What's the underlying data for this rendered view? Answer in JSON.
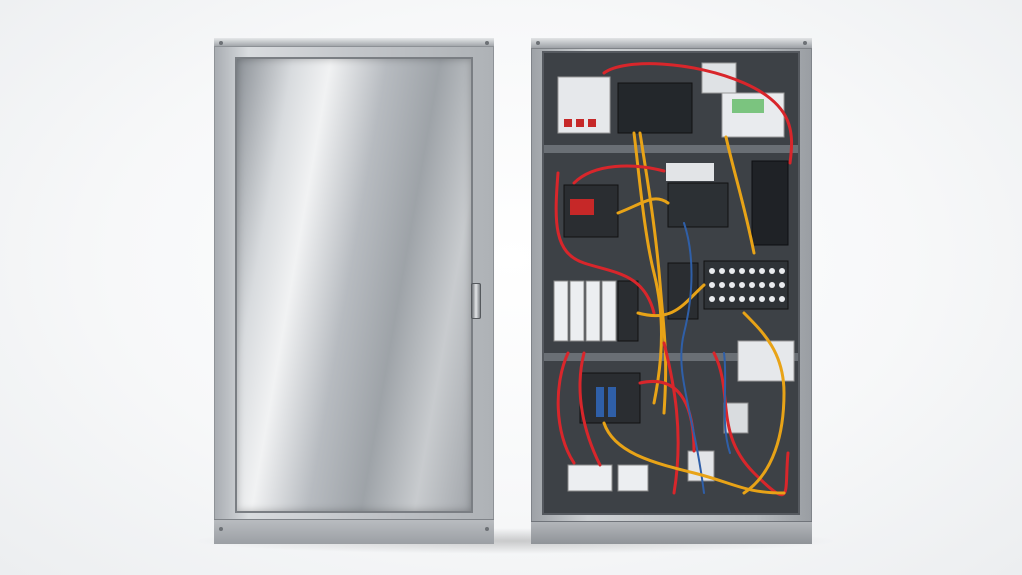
{
  "scene": {
    "subject": "electrical-cabinets",
    "objects": [
      "closed-metal-cabinet",
      "open-wired-electrical-cabinet"
    ],
    "colors": {
      "background": "#f4f5f6",
      "steel": "#c3c6ca",
      "interior": "#3d4146",
      "wire_red": "#d8262b",
      "wire_yellow": "#e8a317",
      "wire_blue": "#2f5fa8",
      "terminal_white": "#e9ebee"
    }
  }
}
